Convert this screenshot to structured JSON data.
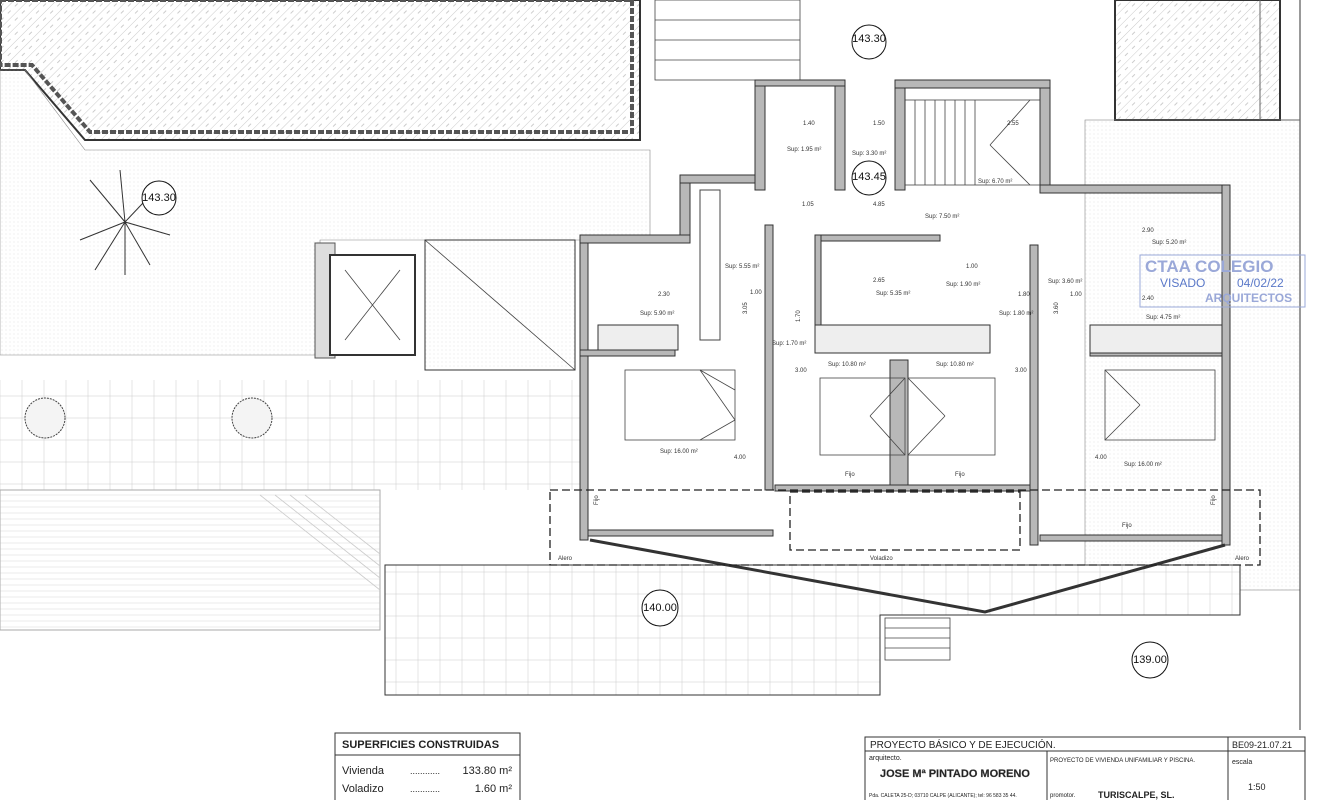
{
  "elevations": [
    "143.30",
    "143.30",
    "143.45",
    "140.00",
    "139.00"
  ],
  "rooms": [
    {
      "label": "Sup: 1.95 m²"
    },
    {
      "label": "Sup: 3.30 m²"
    },
    {
      "label": "Sup: 6.70 m²"
    },
    {
      "label": "Sup: 7.50 m²"
    },
    {
      "label": "Sup: 5.55 m²"
    },
    {
      "label": "Sup: 5.35 m²"
    },
    {
      "label": "Sup: 1.90 m²"
    },
    {
      "label": "Sup: 1.80 m²"
    },
    {
      "label": "Sup: 1.70 m²"
    },
    {
      "label": "Sup: 5.90 m²"
    },
    {
      "label": "Sup: 3.60 m²"
    },
    {
      "label": "Sup: 5.20 m²"
    },
    {
      "label": "Sup: 4.75 m²"
    },
    {
      "label": "Sup: 10.80 m²"
    },
    {
      "label": "Sup: 10.80 m²"
    },
    {
      "label": "Sup: 16.00 m²"
    },
    {
      "label": "Sup: 16.00 m²"
    }
  ],
  "dimensions": [
    "1.40",
    "1.50",
    "2.55",
    "1.05",
    "4.85",
    "2.30",
    "1.00",
    "3.05",
    "1.70",
    "2.65",
    "1.00",
    "1.80",
    "1.00",
    "3.60",
    "2.90",
    "2.40",
    "3.00",
    "3.00",
    "4.00",
    "4.00"
  ],
  "annotations": {
    "fijo": "Fijo",
    "alero": "Alero",
    "voladizo": "Voladizo"
  },
  "stamp": {
    "org": "CTAA COLEGIO",
    "visado": "VISADO",
    "date": "04/02/22",
    "sub": "ARQUITECTOS",
    "color": "#5a78c8"
  },
  "surfaces_table": {
    "title": "SUPERFICIES CONSTRUIDAS",
    "rows": [
      {
        "name": "Vivienda",
        "dots": "............",
        "value": "133.80 m²"
      },
      {
        "name": "Voladizo",
        "dots": "............",
        "value": "1.60 m²"
      }
    ]
  },
  "title_block": {
    "project_type": "PROYECTO BÁSICO Y DE EJECUCIÓN.",
    "code": "BE09-21.07.21",
    "architect_label": "arquitecto.",
    "architect": "JOSE Mª PINTADO MORENO",
    "address": "Pda. CALETA 25-D; 03710 CALPE (ALICANTE); tel: 96 583 35 44.",
    "project": "PROYECTO DE VIVIENDA UNIFAMILIAR Y PISCINA.",
    "promoter_label": "promotor.",
    "promoter": "TURISCALPE, SL.",
    "scale_label": "escala",
    "scale": "1:50"
  }
}
